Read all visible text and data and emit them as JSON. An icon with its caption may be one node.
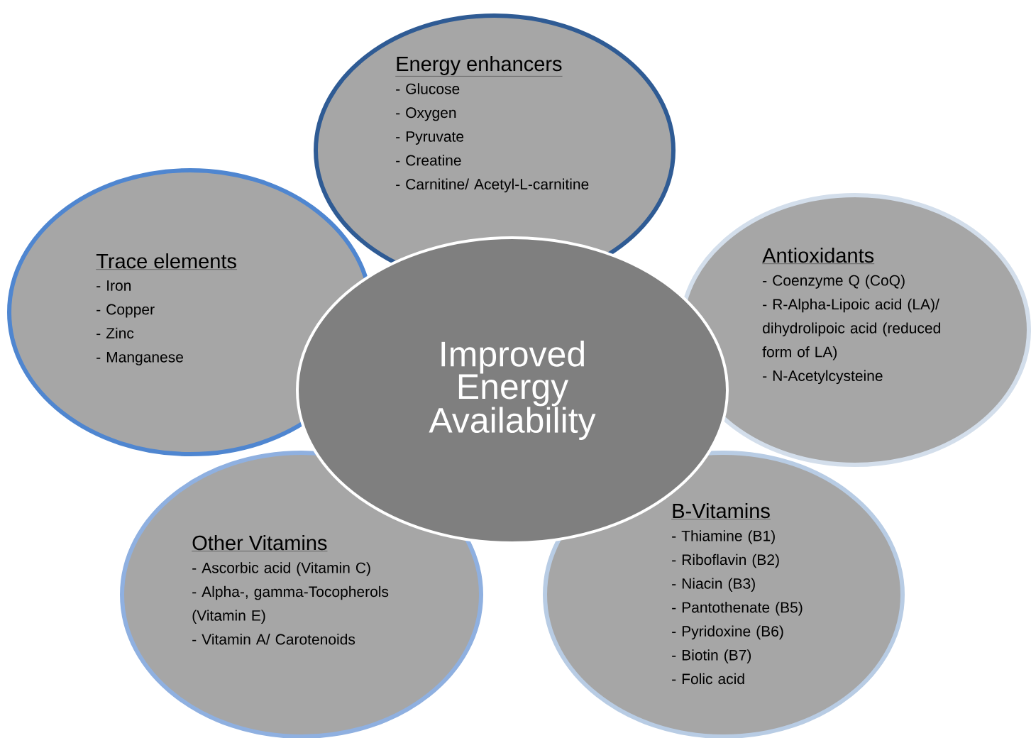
{
  "diagram": {
    "nodes": [
      {
        "text": [
          "Energy enhancers",
          "- Glucose",
          "- Oxygen",
          "- Pyruvate",
          "- Creatine",
          "- Carnitine/ Acetyl-L-carnitine"
        ]
      },
      {
        "text": [
          "Trace elements",
          "- Iron",
          "- Copper",
          "- Zinc",
          "- Manganese"
        ]
      },
      {
        "text": [
          "Improved Energy Availability"
        ]
      },
      {
        "text": [
          "Antioxidants",
          "- Coenzyme Q (CoQ)",
          "- R-Alpha-Lipoic acid (LA)/ dihydrolipoic acid (reduced form of LA)",
          "- N-Acetylcysteine"
        ]
      },
      {
        "text": [
          "Other Vitamins",
          "- Ascorbic acid (Vitamin C)",
          "- Alpha-, gamma-Tocopherols (Vitamin E)",
          "- Vitamin A/ Carotenoids"
        ]
      },
      {
        "text": [
          "B-Vitamins",
          "- Thiamine (B1)",
          "- Riboflavin (B2)",
          "- Niacin (B3)",
          "- Pantothenate (B5)",
          "- Pyridoxine (B6)",
          "- Biotin (B7)",
          "- Folic acid"
        ]
      }
    ]
  }
}
